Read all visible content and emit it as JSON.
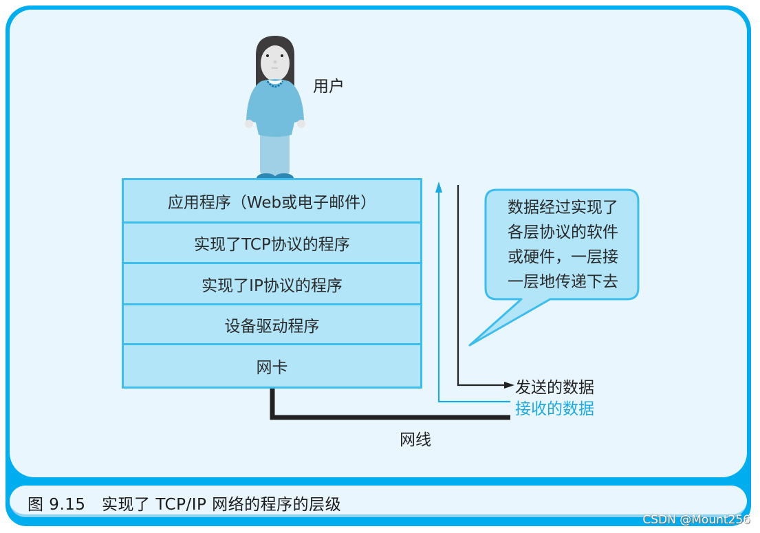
{
  "figure": {
    "caption": "图 9.15　实现了 TCP/IP 网络的程序的层级",
    "watermark": "CSDN @Mount256"
  },
  "user": {
    "label": "用户",
    "icon": "woman-user-icon"
  },
  "stack": {
    "layers": [
      {
        "label": "应用程序（Web或电子邮件）"
      },
      {
        "label": "实现了TCP协议的程序"
      },
      {
        "label": "实现了IP协议的程序"
      },
      {
        "label": "设备驱动程序"
      },
      {
        "label": "网卡"
      }
    ]
  },
  "cable": {
    "label": "网线"
  },
  "flows": {
    "send_label": "发送的数据",
    "receive_label": "接收的数据"
  },
  "callout": {
    "lines": [
      "数据经过实现了",
      "各层协议的软件",
      "或硬件，一层接",
      "一层地传递下去"
    ]
  },
  "colors": {
    "frame_blue": "#00AEEF",
    "panel_bg": "#EAF6FD",
    "layer_fill": "#B2E5F8",
    "layer_border": "#3BBDEE",
    "receive_line": "#1BA9E2",
    "send_line": "#222222"
  }
}
